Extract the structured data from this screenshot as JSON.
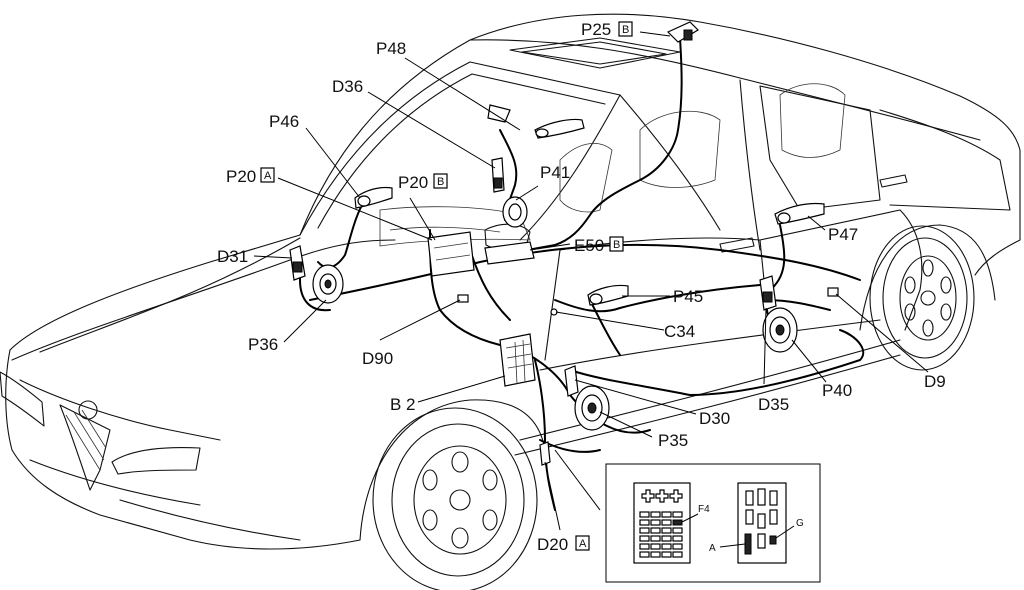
{
  "labels": {
    "p25": "P25",
    "p25_box": "B",
    "p48": "P48",
    "d36": "D36",
    "p46": "P46",
    "p20a": "P20",
    "p20a_box": "A",
    "p20b": "P20",
    "p20b_box": "B",
    "p41": "P41",
    "d31": "D31",
    "e50": "E50",
    "e50_box": "B",
    "p47": "P47",
    "p45": "P45",
    "c34": "C34",
    "p36": "P36",
    "d90": "D90",
    "b2": "B 2",
    "d30": "D30",
    "p35": "P35",
    "d35": "D35",
    "p40": "P40",
    "d9": "D9",
    "d20": "D20",
    "d20_box": "A"
  },
  "inset": {
    "f4": "F4",
    "a": "A",
    "g": "G"
  }
}
